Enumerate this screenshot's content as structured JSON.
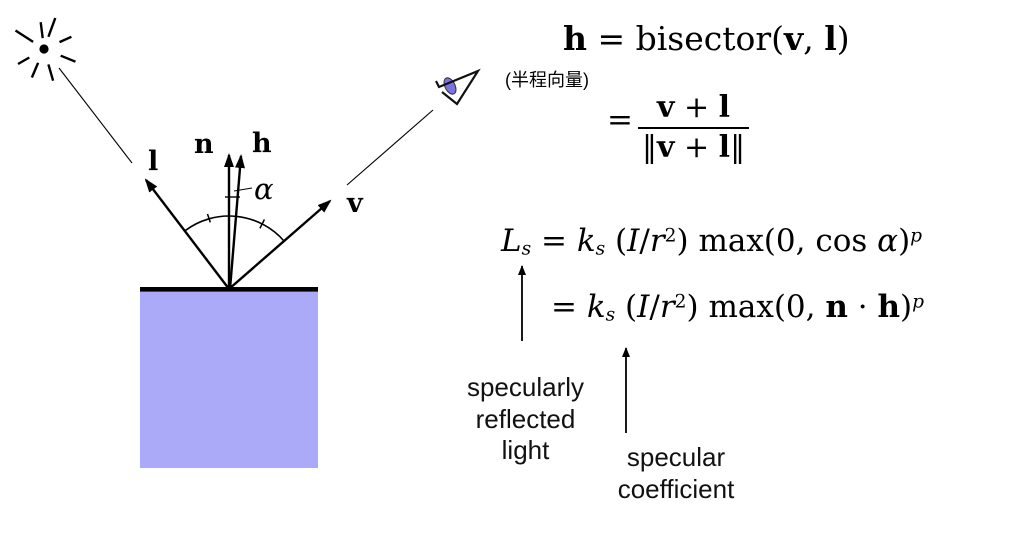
{
  "diagram": {
    "labels": {
      "light_vector": "l",
      "normal_vector": "n",
      "half_vector": "h",
      "view_vector": "v",
      "angle": "α"
    },
    "colors": {
      "surface_fill": "#aaaaf8",
      "eye_lens": "#7b74e0",
      "line": "#000000"
    }
  },
  "formulas": {
    "eq1": {
      "h": "h",
      "eq_bisector": " = bisector(",
      "v": "v",
      "comma": ", ",
      "l": "l",
      "close": ")"
    },
    "half_vector_note": "(半程向量)",
    "eq2": {
      "equals": "=",
      "num_v": "v",
      "num_plus": " + ",
      "num_l": "l",
      "den_open": "‖",
      "den_v": "v",
      "den_plus": " + ",
      "den_l": "l",
      "den_close": "‖"
    },
    "eq3": {
      "L": "L",
      "L_sub": "s",
      "equals": " = ",
      "k": "k",
      "k_sub": "s",
      "open": " (",
      "I": "I",
      "slash": "/",
      "r": "r",
      "r_exp": "2",
      "close_max": ") max(0, cos ",
      "alpha": "α",
      "close": ")",
      "exp": "p"
    },
    "eq4": {
      "equals": "= ",
      "k": "k",
      "k_sub": "s",
      "open": " (",
      "I": "I",
      "slash": "/",
      "r": "r",
      "r_exp": "2",
      "close_max": ") max(0, ",
      "n": "n",
      "dot": " · ",
      "h": "h",
      "close": ")",
      "exp": "p"
    },
    "annotations": {
      "specularly_reflected_light": "specularly\nreflected\nlight",
      "specular_coefficient": "specular\ncoefficient"
    }
  }
}
